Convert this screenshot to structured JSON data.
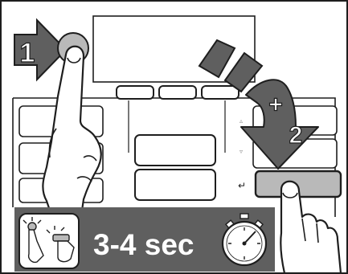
{
  "step1": {
    "number": "1"
  },
  "step2": {
    "prefix": "+",
    "number": "2"
  },
  "banner": {
    "duration": "3-4 sec"
  },
  "panel": {
    "up_glyph": "▵",
    "down_glyph": "▿",
    "enter_glyph": "↵"
  },
  "icons": {
    "banner_pictogram": "two-hands-pressing-buttons-icon",
    "timer": "stopwatch-icon"
  },
  "colors": {
    "step_arrow": "#5f5f5f",
    "banner_bg": "#5f5f5f",
    "pressed_button": "#b9b9b9",
    "outline": "#1e1e1e"
  }
}
